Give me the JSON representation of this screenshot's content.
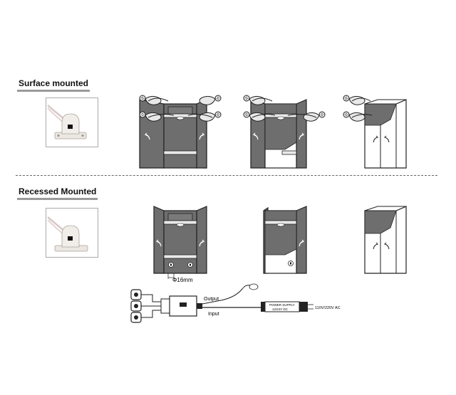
{
  "sections": {
    "surface_title": "Surface mounted",
    "recessed_title": "Recessed Mounted"
  },
  "labels": {
    "hole_size": "Φ16mm",
    "output": "Output",
    "input": "Input",
    "psu_line1": "POWER SUPPLY",
    "psu_line2": "12/24V DC",
    "ac_input": "110V/220V AC"
  },
  "colors": {
    "cabinet_dark": "#6e6e6e",
    "cabinet_outline": "#222222",
    "shelf_light": "#e9e9e9",
    "heading_underline": "#9a9a9a"
  },
  "icons": [
    "sensor-module-icon",
    "door-arrow-icon",
    "hand-wave-icon",
    "power-supply-icon",
    "led-light-icon"
  ]
}
